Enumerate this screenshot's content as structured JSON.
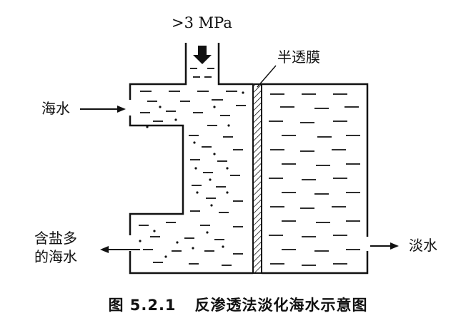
{
  "labels": {
    "pressure": ">3 MPa",
    "membrane": "半透膜",
    "seawater_in": "海水",
    "brine_out_line1": "含盐多",
    "brine_out_line2": "的海水",
    "fresh_out": "淡水"
  },
  "caption": {
    "number": "图 5.2.1",
    "title": "反渗透法淡化海水示意图"
  }
}
